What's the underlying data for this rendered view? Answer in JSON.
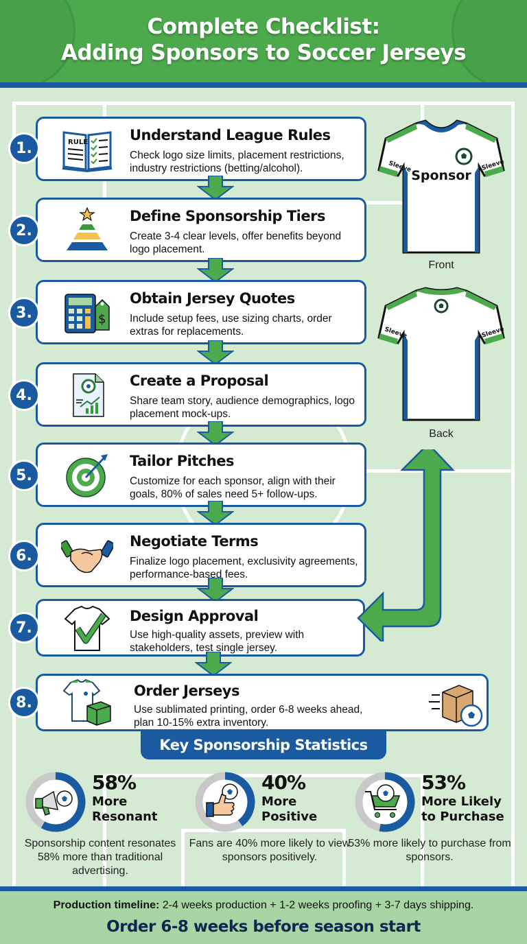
{
  "header": {
    "title_line1": "Complete Checklist:",
    "title_line2": "Adding Sponsors to Soccer Jerseys"
  },
  "steps": [
    {
      "number": "1.",
      "title": "Understand League Rules",
      "desc": "Check logo size limits, placement restrictions, industry restrictions (betting/alcohol).",
      "icon": "rule-book-icon"
    },
    {
      "number": "2.",
      "title": "Define Sponsorship Tiers",
      "desc": "Create 3-4 clear levels, offer benefits beyond logo placement.",
      "icon": "tier-pyramid-icon"
    },
    {
      "number": "3.",
      "title": "Obtain Jersey Quotes",
      "desc": "Include setup fees, use sizing charts, order extras for replacements.",
      "icon": "calculator-price-tag-icon"
    },
    {
      "number": "4.",
      "title": "Create a Proposal",
      "desc": "Share team story, audience demographics, logo placement mock-ups.",
      "icon": "proposal-document-icon"
    },
    {
      "number": "5.",
      "title": "Tailor Pitches",
      "desc": "Customize for each sponsor, align with their goals, 80% of sales need 5+ follow-ups.",
      "icon": "target-dart-icon"
    },
    {
      "number": "6.",
      "title": "Negotiate Terms",
      "desc": "Finalize logo placement, exclusivity agreements, performance-based fees.",
      "icon": "handshake-icon"
    },
    {
      "number": "7.",
      "title": "Design Approval",
      "desc": "Use high-quality assets, preview with stakeholders, test single jersey.",
      "icon": "shirt-checkmark-icon"
    },
    {
      "number": "8.",
      "title": "Order Jerseys",
      "desc": "Use sublimated printing, order 6-8 weeks ahead, plan 10-15% extra inventory.",
      "icon": "jersey-box-icon"
    }
  ],
  "jerseys": {
    "front_label": "Front",
    "back_label": "Back",
    "sponsor_text": "Sponsor",
    "sleeve_text": "Sleeve"
  },
  "stats": {
    "heading": "Key Sponsorship Statistics",
    "items": [
      {
        "pct": "58%",
        "label_line1": "More",
        "label_line2": "Resonant",
        "desc": "Sponsorship content resonates 58% more than traditional advertising.",
        "value": 58,
        "icon": "megaphone-ball-icon"
      },
      {
        "pct": "40%",
        "label_line1": "More",
        "label_line2": "Positive",
        "desc": "Fans are 40% more likely to view sponsors positively.",
        "value": 40,
        "icon": "thumbs-up-ball-icon"
      },
      {
        "pct": "53%",
        "label_line1": "More Likely",
        "label_line2": "to Purchase",
        "desc": "53% more likely to purchase from sponsors.",
        "value": 53,
        "icon": "shopping-cart-ball-icon"
      }
    ]
  },
  "footer": {
    "timeline_label": "Production timeline:",
    "timeline_text": " 2-4 weeks production + 1-2 weeks proofing + 3-7 days shipping.",
    "cta": "Order 6-8 weeks before season start"
  },
  "colors": {
    "green": "#4caa4c",
    "blue": "#1a5aa0",
    "field": "#d4ead2",
    "footer": "#a8d5a4",
    "dark_navy": "#0e2650"
  }
}
